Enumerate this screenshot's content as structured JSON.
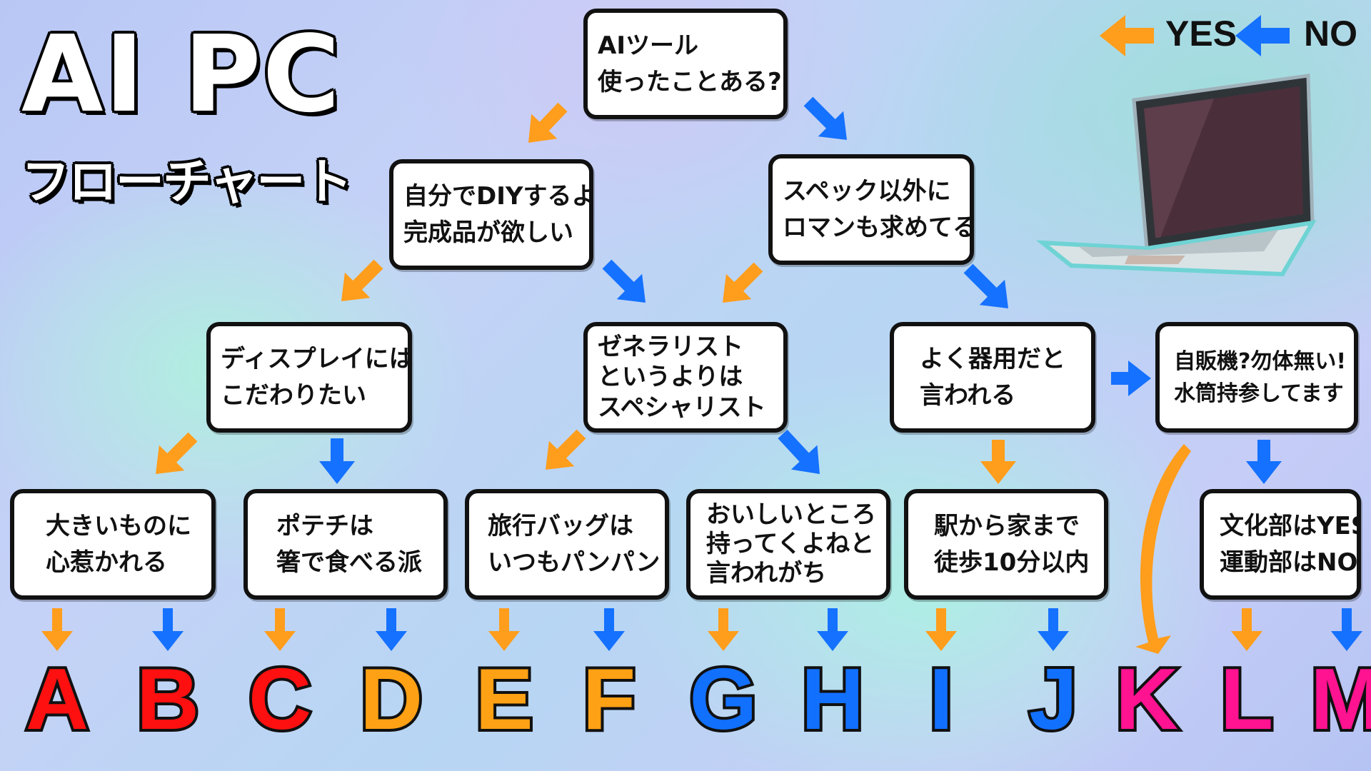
{
  "title": {
    "main": "AI PC",
    "sub": "フローチャート"
  },
  "legend": {
    "yes_label": "YES",
    "no_label": "NO",
    "yes_color": "#ff9d1c",
    "no_color": "#1571ff"
  },
  "questions": {
    "q1": [
      "AIツール",
      "使ったことある?"
    ],
    "q2": [
      "自分でDIYするより",
      "完成品が欲しい"
    ],
    "q3": [
      "スペック以外に",
      "ロマンも求めてる"
    ],
    "q4": [
      "ディスプレイには",
      "こだわりたい"
    ],
    "q5": [
      "ゼネラリスト",
      "というよりは",
      "スペシャリスト"
    ],
    "q6": [
      "よく器用だと",
      "言われる"
    ],
    "q7": [
      "自販機?勿体無い!",
      "水筒持参してます"
    ],
    "q8": [
      "大きいものに",
      "心惹かれる"
    ],
    "q9": [
      "ポテチは",
      "箸で食べる派"
    ],
    "q10": [
      "旅行バッグは",
      "いつもパンパン"
    ],
    "q11": [
      "おいしいところ",
      "持ってくよねと",
      "言われがち"
    ],
    "q12": [
      "駅から家まで",
      "徒歩10分以内"
    ],
    "q13": [
      "文化部はYES",
      "運動部はNO"
    ]
  },
  "results": [
    {
      "letter": "A",
      "color": "#ff1010"
    },
    {
      "letter": "B",
      "color": "#ff1010"
    },
    {
      "letter": "C",
      "color": "#ff1010"
    },
    {
      "letter": "D",
      "color": "#ffa114"
    },
    {
      "letter": "E",
      "color": "#ffa114"
    },
    {
      "letter": "F",
      "color": "#ffa114"
    },
    {
      "letter": "G",
      "color": "#1270ff"
    },
    {
      "letter": "H",
      "color": "#1270ff"
    },
    {
      "letter": "I",
      "color": "#1270ff"
    },
    {
      "letter": "J",
      "color": "#1270ff"
    },
    {
      "letter": "K",
      "color": "#ff1390"
    },
    {
      "letter": "L",
      "color": "#ff1390"
    },
    {
      "letter": "M",
      "color": "#ff1390"
    }
  ]
}
